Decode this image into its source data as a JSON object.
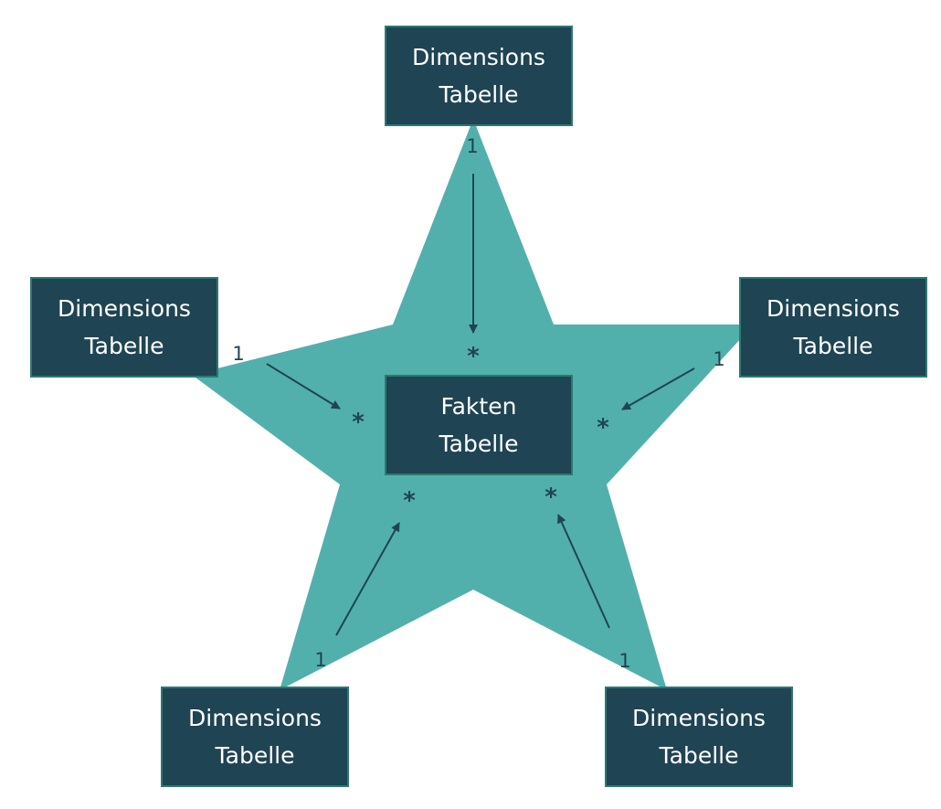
{
  "colors": {
    "star": "#52b0ac",
    "box": "#1f4454",
    "text": "#ffffff",
    "arrow": "#1f4454"
  },
  "fact": {
    "line1": "Fakten",
    "line2": "Tabelle"
  },
  "dimensions": [
    {
      "line1": "Dimensions",
      "line2": "Tabelle"
    },
    {
      "line1": "Dimensions",
      "line2": "Tabelle"
    },
    {
      "line1": "Dimensions",
      "line2": "Tabelle"
    },
    {
      "line1": "Dimensions",
      "line2": "Tabelle"
    },
    {
      "line1": "Dimensions",
      "line2": "Tabelle"
    }
  ],
  "relations": [
    {
      "one": "1",
      "many": "*"
    },
    {
      "one": "1",
      "many": "*"
    },
    {
      "one": "1",
      "many": "*"
    },
    {
      "one": "1",
      "many": "*"
    },
    {
      "one": "1",
      "many": "*"
    }
  ]
}
